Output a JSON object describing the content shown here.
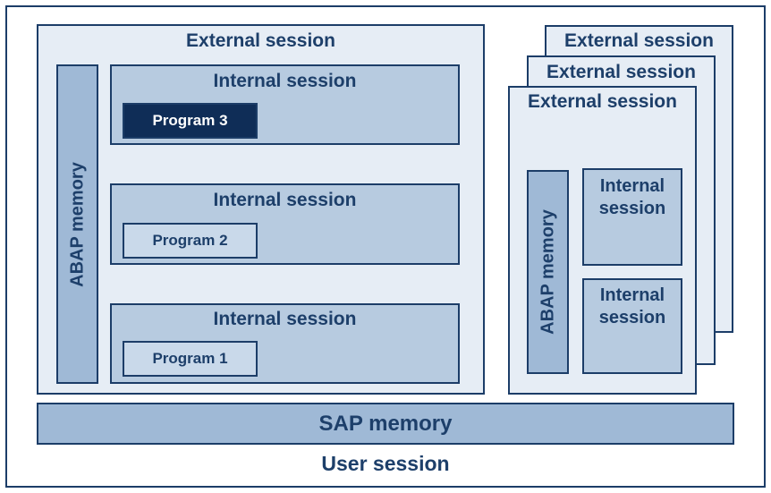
{
  "user_session": "User session",
  "sap_memory": "SAP memory",
  "main_external": {
    "title": "External session",
    "abap_memory": "ABAP memory",
    "internal_sessions": [
      {
        "title": "Internal session",
        "program": "Program 3"
      },
      {
        "title": "Internal session",
        "program": "Program 2"
      },
      {
        "title": "Internal session",
        "program": "Program 1"
      }
    ]
  },
  "stacked_externals": [
    {
      "title": "External session"
    },
    {
      "title": "External session"
    },
    {
      "title": "External session",
      "abap_memory": "ABAP memory",
      "internal_sessions": [
        {
          "title": "Internal session"
        },
        {
          "title": "Internal session"
        }
      ]
    }
  ],
  "colors": {
    "border": "#1c3d68",
    "active_program": "#0f2d57",
    "session_bg": "#e6edf5",
    "memory_bg": "#9fb9d6"
  }
}
